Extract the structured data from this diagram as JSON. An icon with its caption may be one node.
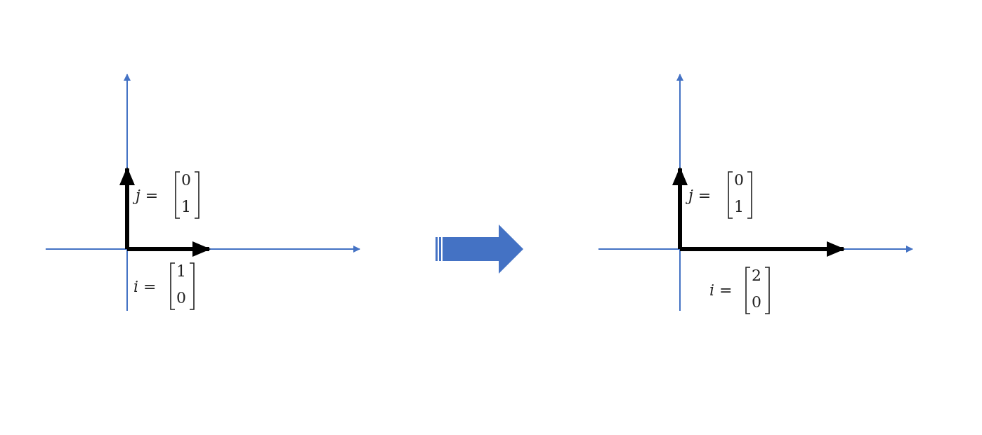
{
  "diagram": {
    "labels": [
      "*j* =",
      "0",
      "1",
      "*i* =",
      "1",
      "0",
      "*j* =",
      "0",
      "1",
      "*i* =",
      "2",
      "0"
    ]
  }
}
